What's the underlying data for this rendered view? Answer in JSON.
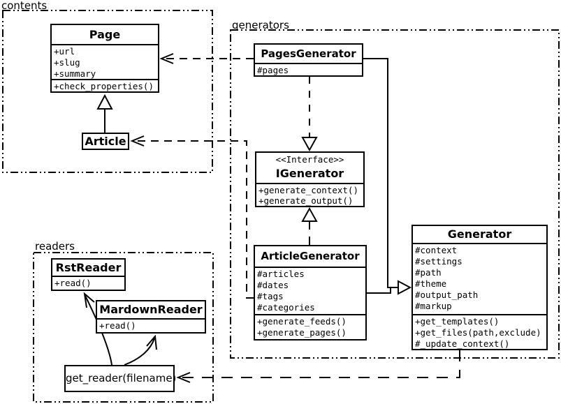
{
  "colors": {
    "line": "#000000",
    "background": "#ffffff"
  },
  "packages": {
    "contents": {
      "label": "contents"
    },
    "generators": {
      "label": "generators"
    },
    "readers": {
      "label": "readers"
    }
  },
  "classes": {
    "page": {
      "name": "Page",
      "attributes": [
        "+url",
        "+slug",
        "+summary"
      ],
      "methods": [
        "+check_properties()"
      ]
    },
    "article": {
      "name": "Article"
    },
    "pages_generator": {
      "name": "PagesGenerator",
      "attributes": [
        "#pages"
      ]
    },
    "igenerator": {
      "stereotype": "<<Interface>>",
      "name": "IGenerator",
      "methods": [
        "+generate_context()",
        "+generate_output()"
      ]
    },
    "article_generator": {
      "name": "ArticleGenerator",
      "attributes": [
        "#articles",
        "#dates",
        "#tags",
        "#categories"
      ],
      "methods": [
        "+generate_feeds()",
        "+generate_pages()"
      ]
    },
    "generator": {
      "name": "Generator",
      "attributes": [
        "#context",
        "#settings",
        "#path",
        "#theme",
        "#output_path",
        "#markup"
      ],
      "methods": [
        "+get_templates()",
        "+get_files(path,exclude)",
        "#_update_context()"
      ]
    },
    "rst_reader": {
      "name": "RstReader",
      "methods": [
        "+read()"
      ]
    },
    "mardown_reader": {
      "name": "MardownReader",
      "methods": [
        "+read()"
      ]
    },
    "get_reader": {
      "label": "get_reader(filename)"
    }
  }
}
